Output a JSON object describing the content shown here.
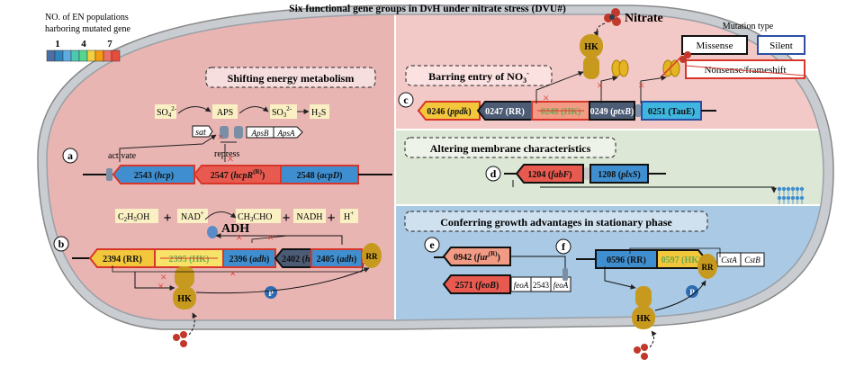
{
  "title": "Six functional gene groups in DvH under nitrate stress (DVU#)",
  "legend_count": {
    "title_line1": "NO. of EN populations",
    "title_line2": "harboring mutated gene",
    "ticks": [
      "1",
      "4",
      "7"
    ],
    "colors": [
      "#4a6fa5",
      "#2e86c1",
      "#5dade2",
      "#48c9b0",
      "#58d68d",
      "#f4d03f",
      "#f39c12",
      "#ec7063",
      "#e74c3c"
    ]
  },
  "legend_mutation": {
    "title": "Mutation type",
    "missense": "Missense",
    "silent": "Silent",
    "nonsense": "Nonsense/frameshift"
  },
  "nitrate_label": "Nitrate",
  "hk": "HK",
  "rr": "RR",
  "p": "P",
  "sections": {
    "energy": "Shifting energy metabolism",
    "barring": "Barring entry of NO",
    "barring_sub": "3",
    "barring_sup": "-",
    "membrane": "Altering membrane characteristics",
    "growth": "Conferring growth advantages in stationary phase"
  },
  "panel_letters": [
    "a",
    "b",
    "c",
    "d",
    "e",
    "f"
  ],
  "pathway": {
    "so4": "SO",
    "so4_sub": "4",
    "so4_sup": "2-",
    "aps": "APS",
    "so3": "SO",
    "so3_sub": "3",
    "so3_sup": "2-",
    "h2s": "H",
    "h2s_sub": "2",
    "h2s_tail": "S",
    "sat": "sat",
    "apsb": "ApsB",
    "apsa": "ApsA",
    "activate": "activate",
    "repress": "repress"
  },
  "genes_a": [
    "2543 (hcp)",
    "2547 (hcpR",
    "(R)",
    ")",
    "2548 (acpD)"
  ],
  "ethanol": {
    "c2h5oh": "C",
    "c2h5oh_1": "2",
    "c2h5oh_2": "H",
    "c2h5oh_3": "5",
    "c2h5oh_4": "OH",
    "nad": "NAD",
    "nad_sup": "+",
    "ch3cho": "CH",
    "ch3cho_1": "3",
    "ch3cho_2": "CHO",
    "nadh": "NADH",
    "h": "H",
    "h_sup": "+",
    "adh": "ADH"
  },
  "genes_b": [
    "2394 (RR)",
    "2395 (HK)",
    "2396 (adh)",
    "2402 (hdr)",
    "2405 (adh)"
  ],
  "genes_c": [
    "0246 (ppdk)",
    "0247 (RR)",
    "0248 (HK)",
    "0249 (ptxB)",
    "0251 (TauE)"
  ],
  "genes_d": [
    "1204 (fabF)",
    "1208 (plxS)"
  ],
  "genes_e": [
    "0942 (fur",
    "(R)",
    ")",
    "2571 (feoB)",
    "feoA",
    "2543",
    "feoA"
  ],
  "genes_f": [
    "0596 (RR)",
    "0597 (HK)",
    "CstA",
    "CstB"
  ]
}
